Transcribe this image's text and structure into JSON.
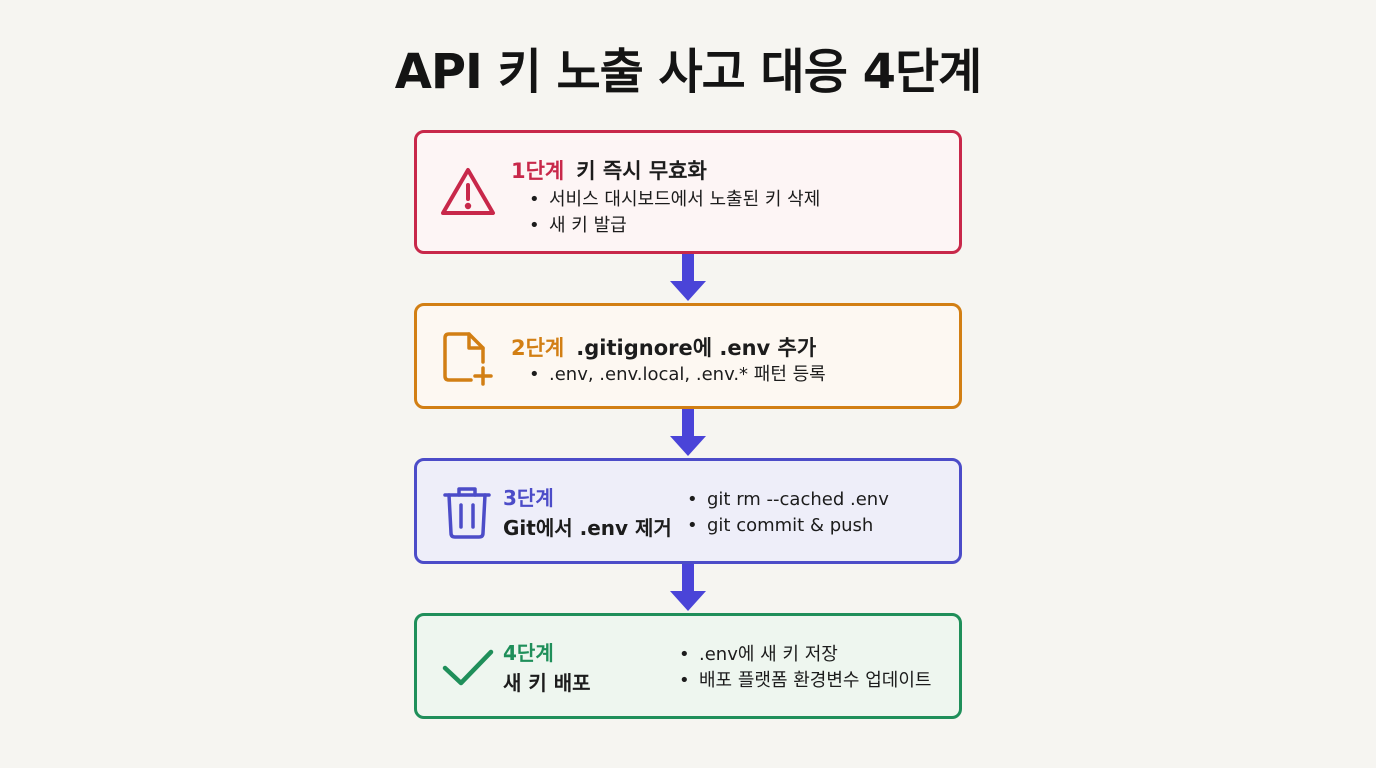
{
  "title": "API 키 노출 사고 대응 4단계",
  "steps": [
    {
      "step": "1단계",
      "heading": "키 즉시 무효화",
      "icon": "warning-icon",
      "color": "#c8284a",
      "bullets": [
        "서비스 대시보드에서 노출된 키 삭제",
        "새 키 발급"
      ]
    },
    {
      "step": "2단계",
      "heading": ".gitignore에 .env 추가",
      "icon": "file-add-icon",
      "color": "#d27f14",
      "bullets": [
        ".env, .env.local, .env.* 패턴 등록"
      ]
    },
    {
      "step": "3단계",
      "heading": "Git에서 .env 제거",
      "icon": "trash-icon",
      "color": "#4c4cc8",
      "bullets": [
        "git rm --cached .env",
        "git commit & push"
      ]
    },
    {
      "step": "4단계",
      "heading": "새 키 배포",
      "icon": "check-icon",
      "color": "#1f8f5a",
      "bullets": [
        ".env에 새 키 저장",
        "배포 플랫폼 환경변수 업데이트"
      ]
    }
  ],
  "arrow_color": "#4a44d8"
}
